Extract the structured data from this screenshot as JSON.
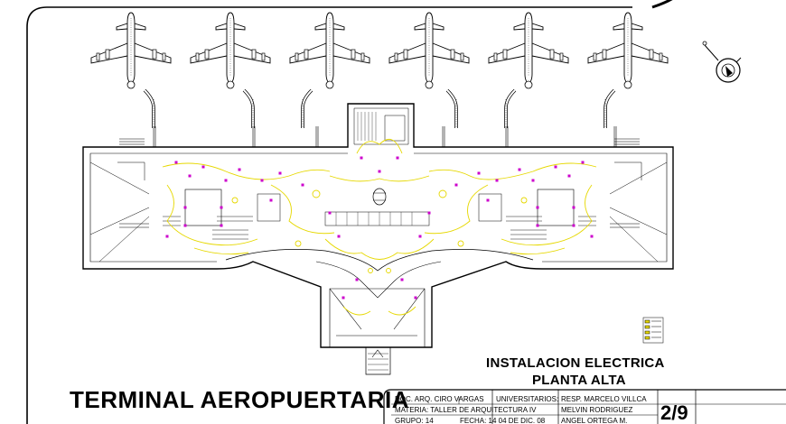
{
  "drawing": {
    "title": "TERMINAL AEROPUERTARIA",
    "subtitle_line1": "INSTALACION ELECTRICA",
    "subtitle_line2": "PLANTA ALTA"
  },
  "title_block": {
    "doc": "DOC. ARQ. CIRO VARGAS",
    "materia": "MATERIA: TALLER DE ARQUITECTURA IV",
    "grupo": "GRUPO: 14",
    "fecha": "FECHA: 14 04 DE DIC. 08",
    "universitarios": "UNIVERSITARIOS:",
    "resp": "RESP. MARCELO VILLCA",
    "member1": "MELVIN RODRIGUEZ",
    "member2": "ANGEL ORTEGA M.",
    "sheet_number": "2/9"
  },
  "colors": {
    "line": "#000000",
    "wiring": "#e6d800",
    "fixture": "#cc00cc",
    "paper": "#ffffff"
  },
  "icons": {
    "north_arrow": "north-arrow-icon",
    "airplane": "airplane-icon"
  }
}
